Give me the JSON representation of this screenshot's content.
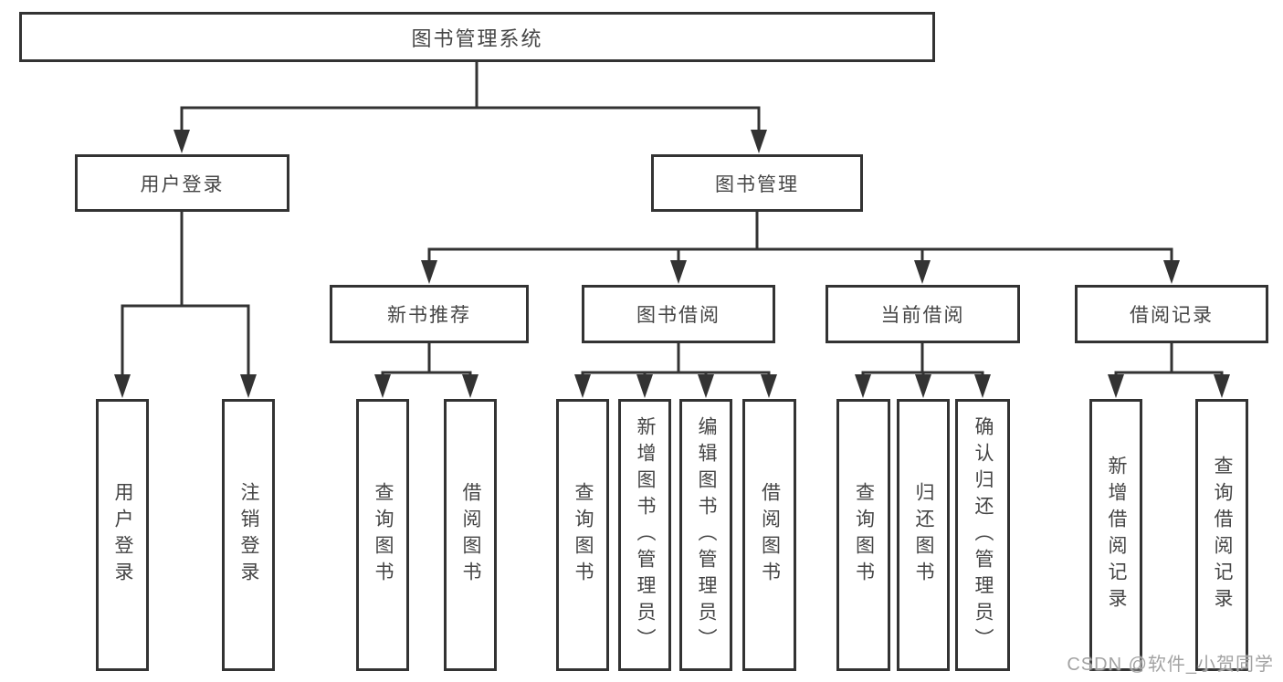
{
  "tree": {
    "label": "图书管理系统",
    "children": [
      {
        "label": "用户登录",
        "children": [
          {
            "label": "用户登录"
          },
          {
            "label": "注销登录"
          }
        ]
      },
      {
        "label": "图书管理",
        "children": [
          {
            "label": "新书推荐",
            "children": [
              {
                "label": "查询图书"
              },
              {
                "label": "借阅图书"
              }
            ]
          },
          {
            "label": "图书借阅",
            "children": [
              {
                "label": "查询图书"
              },
              {
                "label": "新增图书（管理员）"
              },
              {
                "label": "编辑图书（管理员）"
              },
              {
                "label": "借阅图书"
              }
            ]
          },
          {
            "label": "当前借阅",
            "children": [
              {
                "label": "查询图书"
              },
              {
                "label": "归还图书"
              },
              {
                "label": "确认归还（管理员）"
              }
            ]
          },
          {
            "label": "借阅记录",
            "children": [
              {
                "label": "新增借阅记录"
              },
              {
                "label": "查询借阅记录"
              }
            ]
          }
        ]
      }
    ]
  },
  "watermark": {
    "text": "CSDN @软件_小贺同学"
  },
  "colors": {
    "line": "#333333",
    "box_border": "#333333",
    "box_fill": "#ffffff",
    "text": "#454545",
    "watermark_text": "#a3a3a3",
    "background": "#ffffff"
  }
}
